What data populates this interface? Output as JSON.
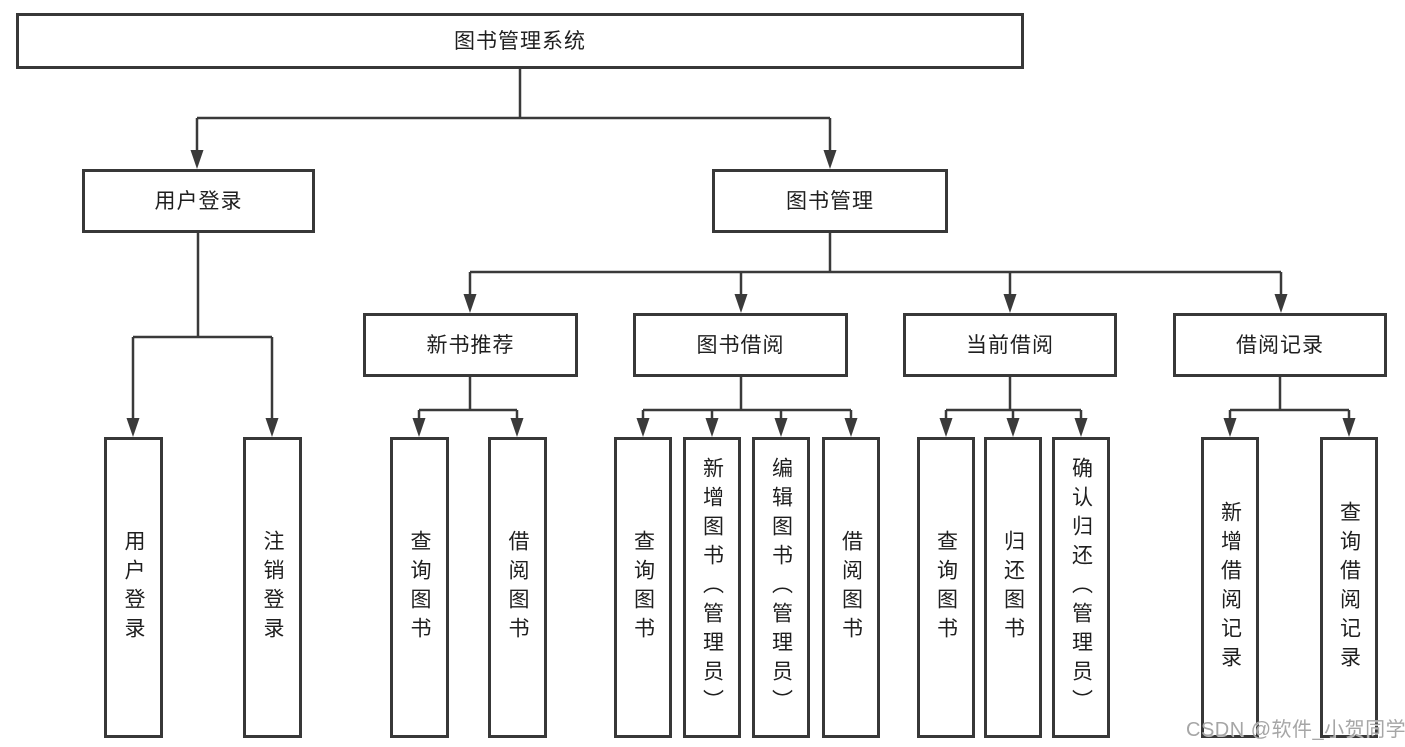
{
  "root": {
    "label": "图书管理系统"
  },
  "level2": {
    "user_login": {
      "label": "用户登录"
    },
    "book_mgmt": {
      "label": "图书管理"
    }
  },
  "level3": {
    "new_book": {
      "label": "新书推荐"
    },
    "book_borrow": {
      "label": "图书借阅"
    },
    "current_borrow": {
      "label": "当前借阅"
    },
    "borrow_record": {
      "label": "借阅记录"
    }
  },
  "leaves": {
    "login": [
      {
        "label": "用户登录"
      },
      {
        "label": "注销登录"
      }
    ],
    "new_book": [
      {
        "label": "查询图书"
      },
      {
        "label": "借阅图书"
      }
    ],
    "book_borrow": [
      {
        "label": "查询图书"
      },
      {
        "label": "新增图书（管理员）"
      },
      {
        "label": "编辑图书（管理员）"
      },
      {
        "label": "借阅图书"
      }
    ],
    "current_borrow": [
      {
        "label": "查询图书"
      },
      {
        "label": "归还图书"
      },
      {
        "label": "确认归还（管理员）"
      }
    ],
    "borrow_record": [
      {
        "label": "新增借阅记录"
      },
      {
        "label": "查询借阅记录"
      }
    ]
  },
  "watermark": {
    "text": "CSDN @软件_小贺同学"
  },
  "colors": {
    "line": "#3a3a3a",
    "box_border": "#383838",
    "text": "#1f1f1f",
    "watermark": "#a6a6a6",
    "background": "#ffffff"
  }
}
